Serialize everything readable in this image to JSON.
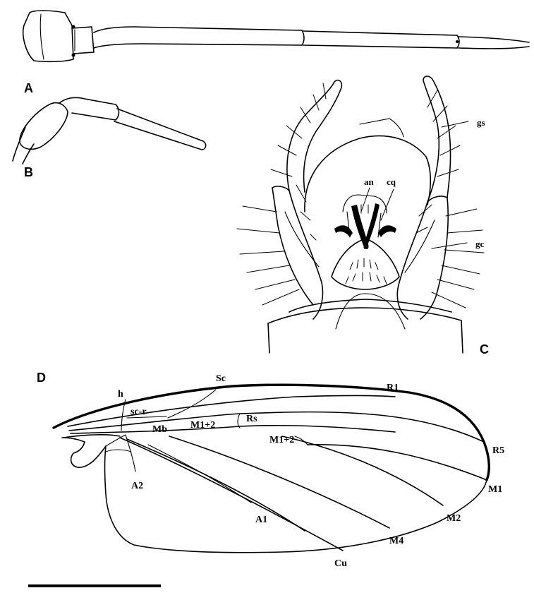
{
  "panels": {
    "a": "A",
    "b": "B",
    "c": "C",
    "d": "D"
  },
  "genitalia_labels": {
    "gs": "gs",
    "an": "an",
    "cq": "cq",
    "gc": "gc"
  },
  "wing_labels": {
    "h": "h",
    "sc": "Sc",
    "r1": "R1",
    "sc_r": "sc-r",
    "rs": "Rs",
    "mb": "Mb",
    "m1_2_a": "M1+2",
    "m1_2_b": "M1+2",
    "r5": "R5",
    "m1": "M1",
    "m2": "M2",
    "m4": "M4",
    "a2": "A2",
    "a1": "A1",
    "cu": "Cu"
  }
}
